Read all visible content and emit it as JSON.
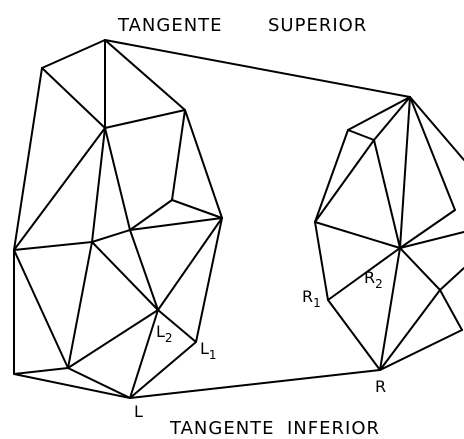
{
  "title_top_left": "TANGENTE",
  "title_top_right": "SUPERIOR",
  "title_bottom_left": "TANGENTE",
  "title_bottom_right": "INFERIOR",
  "labels": {
    "L": "L",
    "L1_letter": "L",
    "L1_sub": "1",
    "L2_letter": "L",
    "L2_sub": "2",
    "R": "R",
    "R1_letter": "R",
    "R1_sub": "1",
    "R2_letter": "R",
    "R2_sub": "2"
  },
  "colors": {
    "ink": "#000000",
    "paper": "#ffffff"
  }
}
